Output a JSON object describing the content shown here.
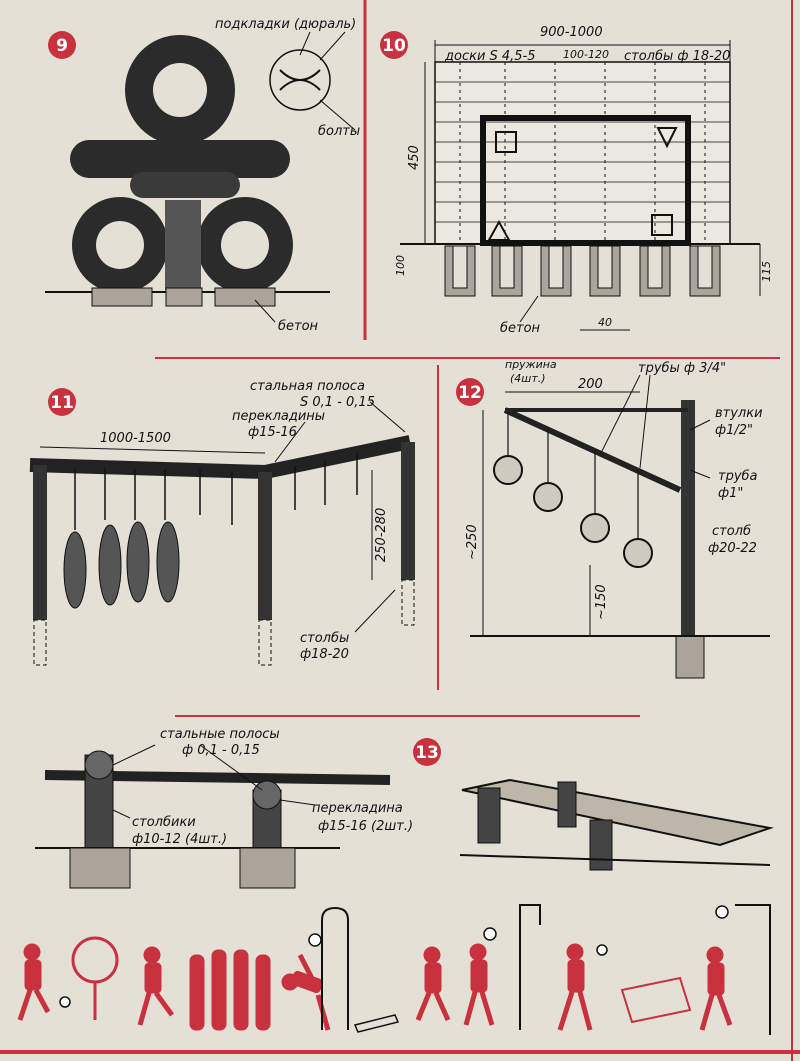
{
  "figures": {
    "f9": {
      "number": "9",
      "labels": {
        "pads": "подкладки (дюраль)",
        "bolts": "болты",
        "concrete": "бетон"
      }
    },
    "f10": {
      "number": "10",
      "labels": {
        "width": "900-1000",
        "boards": "доски S 4,5-5",
        "gap": "100-120",
        "posts": "столбы ф 18-20",
        "height": "450",
        "depth": "100",
        "depth2": "115",
        "concrete": "бетон",
        "post_w": "40"
      }
    },
    "f11": {
      "number": "11",
      "labels": {
        "strip": "стальная полоса",
        "strip_s": "S 0,1 - 0,15",
        "bars": "перекладины",
        "bars_d": "ф15-16",
        "span": "1000-1500",
        "height": "250-280",
        "posts": "столбы",
        "posts_d": "ф18-20"
      }
    },
    "f12": {
      "number": "12",
      "labels": {
        "spring": "пружина",
        "spring_n": "(4шт.)",
        "pipes": "трубы ф 3/4\"",
        "len": "200",
        "sleeves": "втулки",
        "sleeves_d": "ф1/2\"",
        "pipe": "труба",
        "pipe_d": "ф1\"",
        "post": "столб",
        "post_d": "ф20-22",
        "height": "~250",
        "low": "~150"
      }
    },
    "f13": {
      "number": "13",
      "labels": {
        "strips": "стальные полосы",
        "strips_d": "ф 0,1 - 0,15",
        "bar": "перекладина",
        "bar_d": "ф15-16 (2шт.)",
        "posts": "столбики",
        "posts_d": "ф10-12 (4шт.)"
      }
    }
  },
  "colors": {
    "accent": "#c8323e",
    "ink": "#111111",
    "paper": "#e4e0d6"
  }
}
